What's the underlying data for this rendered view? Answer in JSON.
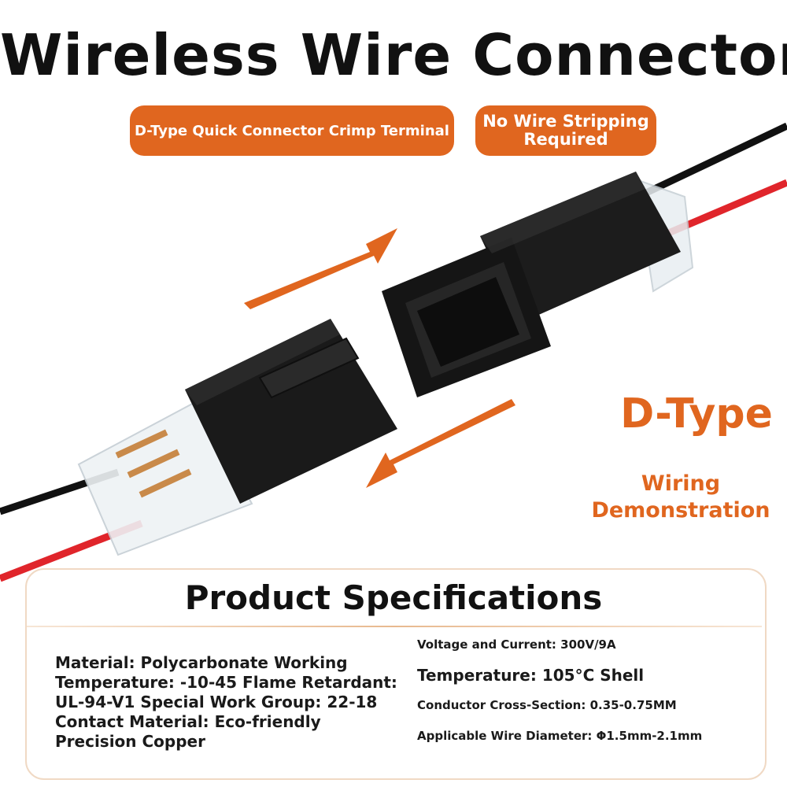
{
  "header": {
    "title": "Wireless Wire Connector"
  },
  "badges": {
    "badge1": "D-Type Quick Connector Crimp Terminal",
    "badge2": "No Wire Stripping Required"
  },
  "side": {
    "dtype": "D-Type",
    "demo": "Wiring Demonstration"
  },
  "specs": {
    "title": "Product Specifications",
    "left": "Material: Polycarbonate Working Temperature: -10-45 Flame Retardant: UL-94-V1 Special Work Group: 22-18 Contact Material: Eco-friendly Precision Copper",
    "right1": "Voltage and Current: 300V/9A",
    "right2": "Temperature: 105°C Shell",
    "right3": "Conductor Cross-Section: 0.35-0.75MM",
    "right4": "Applicable Wire Diameter: Φ1.5mm-2.1mm"
  },
  "colors": {
    "accent": "#e0661f",
    "wire_red": "#e0252b",
    "wire_black": "#111111"
  }
}
